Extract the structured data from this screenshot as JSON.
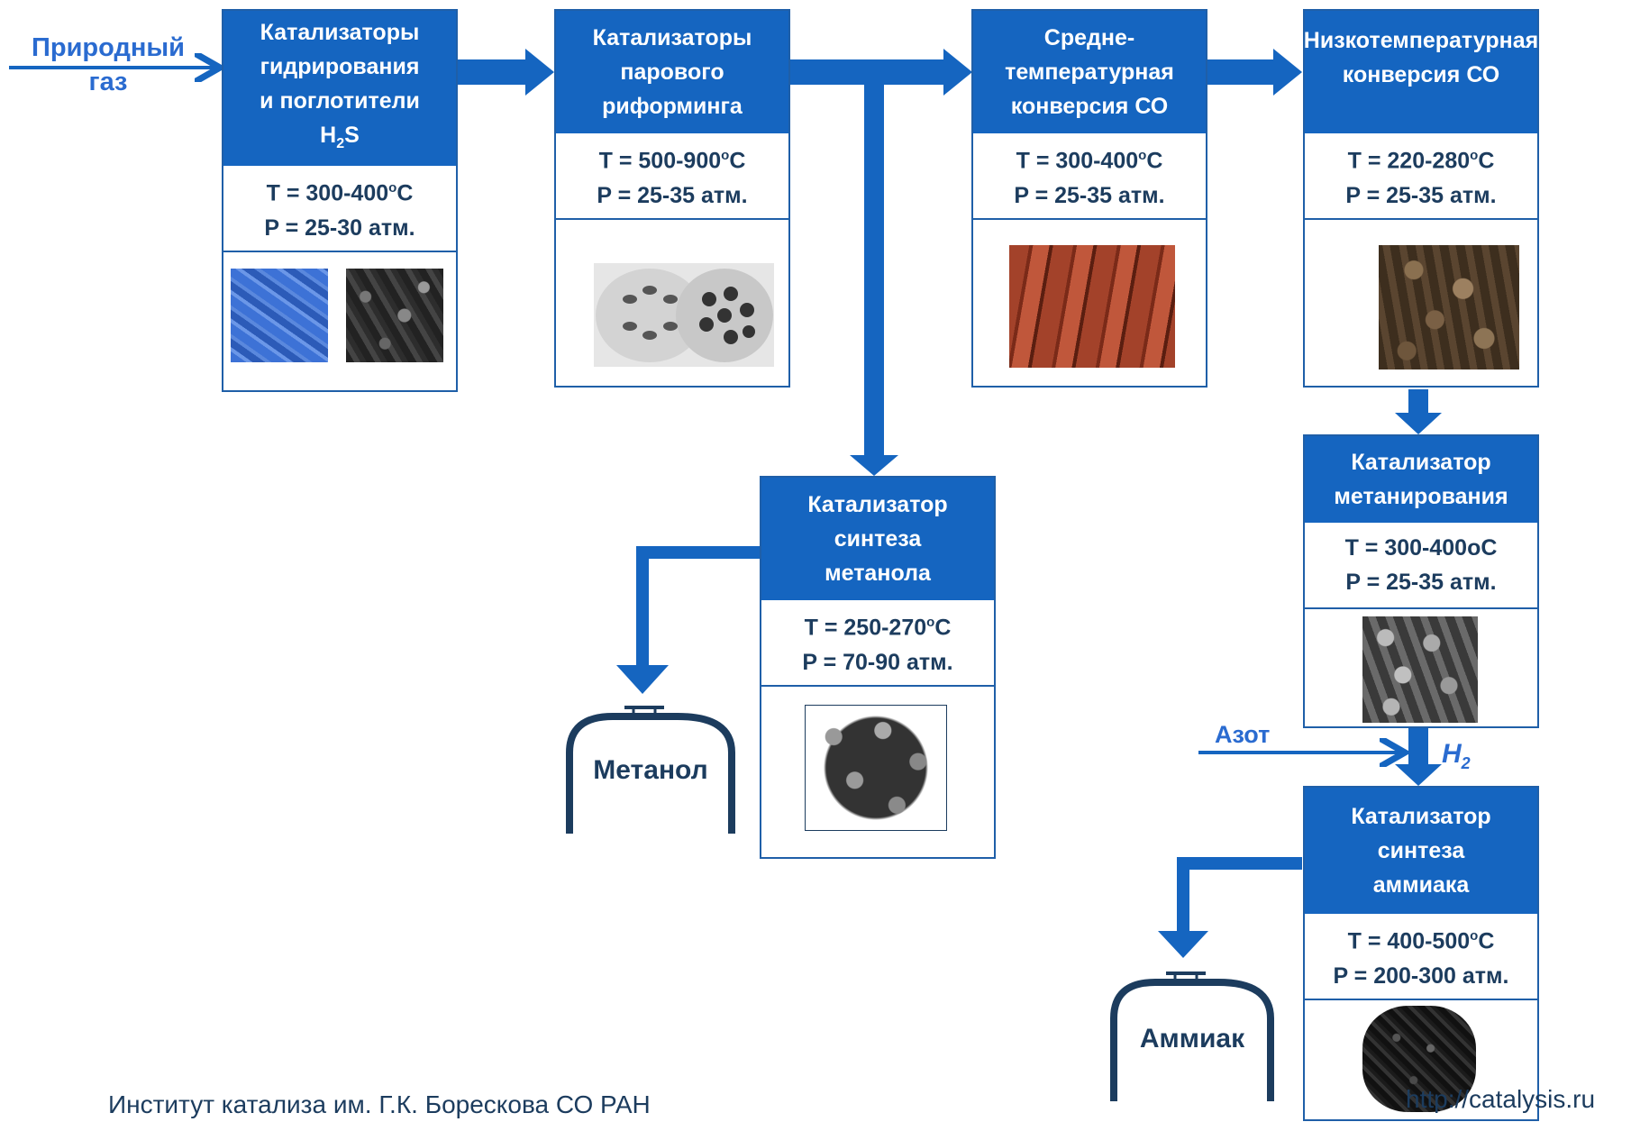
{
  "input": {
    "line1": "Природный",
    "line2": "газ"
  },
  "steps": {
    "hydro": {
      "title_lines": [
        "Катализаторы",
        "гидрирования",
        "и поглотители"
      ],
      "title_formula": "H",
      "title_formula_sub": "2",
      "title_formula_tail": "S",
      "temp": "T = 300-400",
      "temp_unit": "C",
      "pressure": "P = 25-30 атм."
    },
    "reforming": {
      "title_lines": [
        "Катализаторы",
        "парового",
        "риформинга"
      ],
      "temp": "T = 500-900",
      "temp_unit": "C",
      "pressure": "P = 25-35 атм."
    },
    "mid_conv": {
      "title_lines": [
        "Средне-",
        "температурная",
        "конверсия СО"
      ],
      "temp": "T = 300-400",
      "temp_unit": "C",
      "pressure": "P = 25-35 атм."
    },
    "low_conv": {
      "title_lines": [
        "Низкотемпературная",
        "конверсия СО"
      ],
      "temp": "T = 220-280",
      "temp_unit": "C",
      "pressure": "P = 25-35 атм."
    },
    "methanol_cat": {
      "title_lines": [
        "Катализатор",
        "синтеза",
        "метанола"
      ],
      "temp": "T = 250-270",
      "temp_unit": "C",
      "pressure": "P = 70-90 атм."
    },
    "methanation": {
      "title_lines": [
        "Катализатор",
        "метанирования"
      ],
      "temp_full": "T = 300-400оС",
      "pressure": "P = 25-35 атм."
    },
    "ammonia_cat": {
      "title_lines": [
        "Катализатор",
        "синтеза",
        "аммиака"
      ],
      "temp": "T = 400-500",
      "temp_unit": "C",
      "pressure": "P = 200-300 атм."
    }
  },
  "degree_mark": "o",
  "products": {
    "methanol": "Метанол",
    "ammonia": "Аммиак"
  },
  "nitrogen_label": "Азот",
  "hydrogen_label": {
    "main": "H",
    "sub": "2"
  },
  "footer": {
    "left": "Институт катализа им. Г.К. Борескова СО РАН",
    "right": "http://catalysis.ru"
  },
  "colors": {
    "header_blue": "#1565c0",
    "arrow_blue": "#1565c0",
    "text_dark": "#1c3c5e",
    "label_blue": "#2a6bd0"
  }
}
